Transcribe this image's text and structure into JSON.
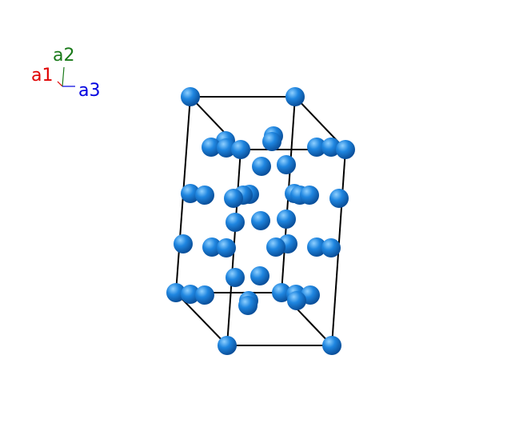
{
  "axes": {
    "a1": {
      "label": "a1",
      "color": "#e00000"
    },
    "a2": {
      "label": "a2",
      "color": "#1a7a1a"
    },
    "a3": {
      "label": "a3",
      "color": "#0000e0"
    }
  },
  "colors": {
    "atom": "#1f86e0",
    "atom_highlight": "#8fd0ff",
    "atom_shadow": "#0a4f9a",
    "edge": "#000000"
  },
  "structure": {
    "cell_edges": 12,
    "atom_count": 58
  }
}
